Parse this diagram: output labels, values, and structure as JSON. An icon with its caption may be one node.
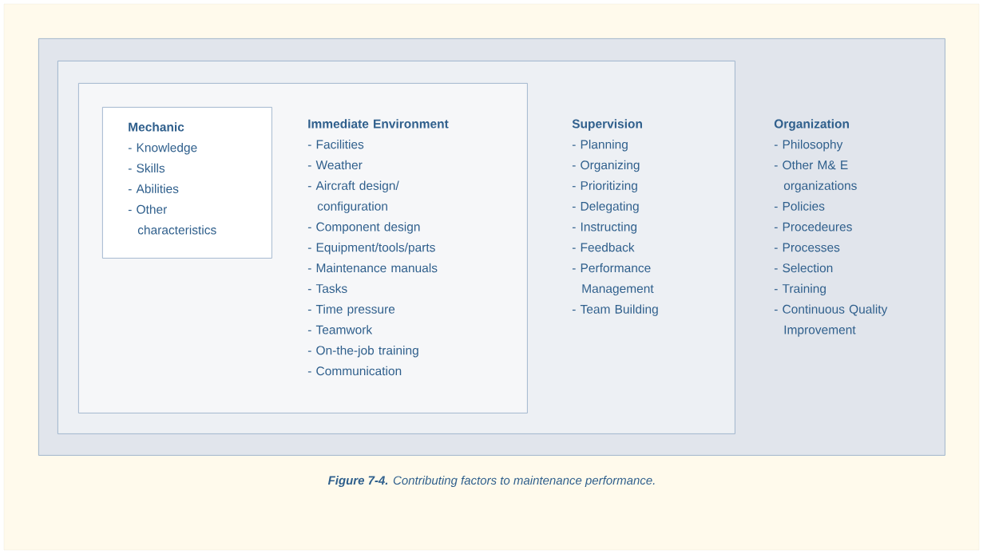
{
  "diagram": {
    "nodes": [
      {
        "text": [
          "Organization",
          "- Philosophy",
          "- Other M& E organizations",
          "- Policies",
          "- Procedeures",
          "- Processes",
          "- Selection",
          "- Training",
          "- Continuous Quality Improvement"
        ]
      },
      {
        "text": [
          "Supervision",
          "- Planning",
          "- Organizing",
          "- Prioritizing",
          "- Delegating",
          "- Instructing",
          "- Feedback",
          "- Performance Management",
          "- Team Building"
        ],
        "in": 0
      },
      {
        "text": [
          "Immediate Environment",
          "- Facilities",
          "- Weather",
          "- Aircraft design/ configuration",
          "- Component design",
          "- Equipment/tools/parts",
          "- Maintenance manuals",
          "- Tasks",
          "- Time pressure",
          "- Teamwork",
          "- On-the-job training",
          "- Communication"
        ],
        "in": 1
      },
      {
        "text": [
          "Mechanic",
          "- Knowledge",
          "- Skills",
          "- Abilities",
          "- Other characteristics"
        ],
        "in": 2
      }
    ],
    "caption": "**Figure 7-4.** Contributing factors to maintenance performance."
  }
}
